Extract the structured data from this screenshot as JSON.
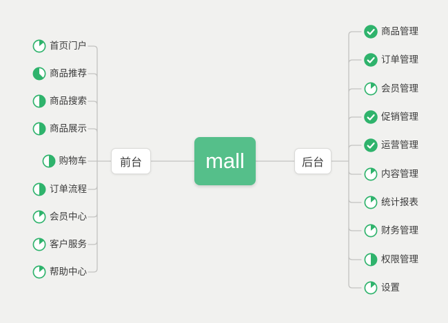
{
  "root": {
    "label": "mall"
  },
  "branches": [
    {
      "id": "front",
      "label": "前台",
      "side": "left",
      "items": [
        {
          "label": "首页门户",
          "progress": "eighth"
        },
        {
          "label": "商品推荐",
          "progress": "five-eighths"
        },
        {
          "label": "商品搜索",
          "progress": "half"
        },
        {
          "label": "商品展示",
          "progress": "half"
        },
        {
          "label": "购物车",
          "progress": "half"
        },
        {
          "label": "订单流程",
          "progress": "half"
        },
        {
          "label": "会员中心",
          "progress": "eighth"
        },
        {
          "label": "客户服务",
          "progress": "eighth"
        },
        {
          "label": "帮助中心",
          "progress": "eighth"
        }
      ]
    },
    {
      "id": "back",
      "label": "后台",
      "side": "right",
      "items": [
        {
          "label": "商品管理",
          "progress": "done"
        },
        {
          "label": "订单管理",
          "progress": "done"
        },
        {
          "label": "会员管理",
          "progress": "eighth"
        },
        {
          "label": "促销管理",
          "progress": "done"
        },
        {
          "label": "运营管理",
          "progress": "done"
        },
        {
          "label": "内容管理",
          "progress": "eighth"
        },
        {
          "label": "统计报表",
          "progress": "eighth"
        },
        {
          "label": "财务管理",
          "progress": "eighth"
        },
        {
          "label": "权限管理",
          "progress": "half"
        },
        {
          "label": "设置",
          "progress": "eighth"
        }
      ]
    }
  ],
  "colors": {
    "background": "#f1f1ef",
    "line": "#c2c2c0",
    "icon_green": "#2fb36c",
    "node_green": "#55bf8a",
    "node_border": "#d9d9d7",
    "text": "#3b3b3b"
  }
}
